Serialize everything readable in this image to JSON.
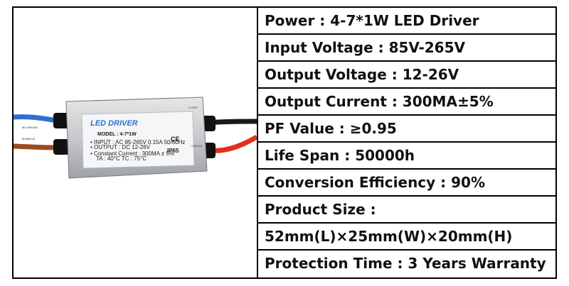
{
  "product_image": {
    "label_title": "LED DRIVER",
    "label_model": "MODEL : 4-7*1W",
    "label_input": "• INPUT : AC 85-265V  0.15A  50/60Hz",
    "label_output": "• OUTPUT : DC 12-26V",
    "label_current": "• Constant Current : 300MA ± 5%",
    "label_temp": "TA : 40°C  TC : 75°C",
    "label_ce": "CE",
    "label_ip": "IP65",
    "left_wire_label_top": "BK/L/BROWN",
    "left_wire_label_bottom": "BK/N/BLUE",
    "right_wire_label_top": "V+/RED",
    "right_wire_label_bottom": "V-/BLACK",
    "colors": {
      "housing": "#c7c9cc",
      "label_bg": "#f4f6f8",
      "title_blue": "#2f6fd0",
      "wire_blue": "#2f6fd0",
      "wire_brown": "#9b4d1e",
      "wire_red": "#e0311f",
      "wire_black": "#1a1a1a"
    }
  },
  "specs": [
    "Power : 4-7*1W LED Driver",
    "Input Voltage : 85V-265V",
    "Output Voltage : 12-26V",
    "Output Current : 300MA±5%",
    "PF Value : ≥0.95",
    "Life Span : 50000h",
    "Conversion Efficiency : 90%",
    "Product Size :",
    "52mm(L)×25mm(W)×20mm(H)",
    "Protection Time : 3 Years Warranty"
  ]
}
